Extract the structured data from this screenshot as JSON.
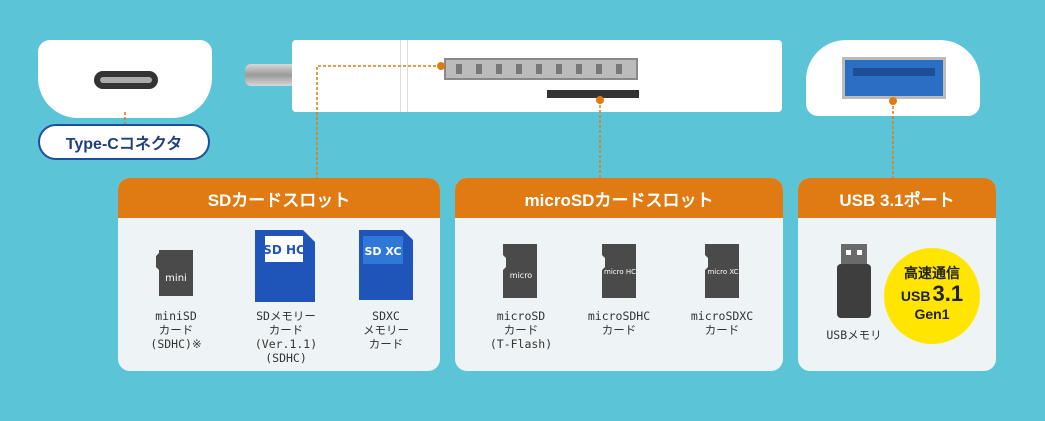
{
  "connector_label": "Type-Cコネクタ",
  "sections": [
    {
      "title": "SDカードスロット",
      "items": [
        {
          "icon": "minisd-card-icon",
          "card_text": "mini",
          "label": "miniSD\nカード\n(SDHC)※"
        },
        {
          "icon": "sdhc-card-icon",
          "card_text": "SD HC",
          "label": "SDメモリー\nカード\n(Ver.1.1)\n(SDHC)"
        },
        {
          "icon": "sdxc-card-icon",
          "card_text": "SD XC",
          "label": "SDXC\nメモリー\nカード"
        }
      ]
    },
    {
      "title": "microSDカードスロット",
      "items": [
        {
          "icon": "microsd-card-icon",
          "card_text": "micro",
          "label": "microSD\nカード\n(T-Flash)"
        },
        {
          "icon": "microsdhc-card-icon",
          "card_text": "micro HC",
          "label": "microSDHC\nカード"
        },
        {
          "icon": "microsdxc-card-icon",
          "card_text": "micro XC",
          "label": "microSDXC\nカード"
        }
      ]
    },
    {
      "title": "USB 3.1ポート",
      "items": [
        {
          "icon": "usb-memory-icon",
          "label": "USBメモリ"
        }
      ],
      "badge": {
        "line1": "高速通信",
        "line2_prefix": "USB",
        "line2_version": "3.1",
        "line3": "Gen1"
      }
    }
  ],
  "colors": {
    "background": "#5bc4d6",
    "header": "#e07a12",
    "leader": "#e07a12",
    "badge": "#ffe500",
    "usb_blue": "#2a6fc4",
    "sd_blue": "#1f55b8"
  }
}
